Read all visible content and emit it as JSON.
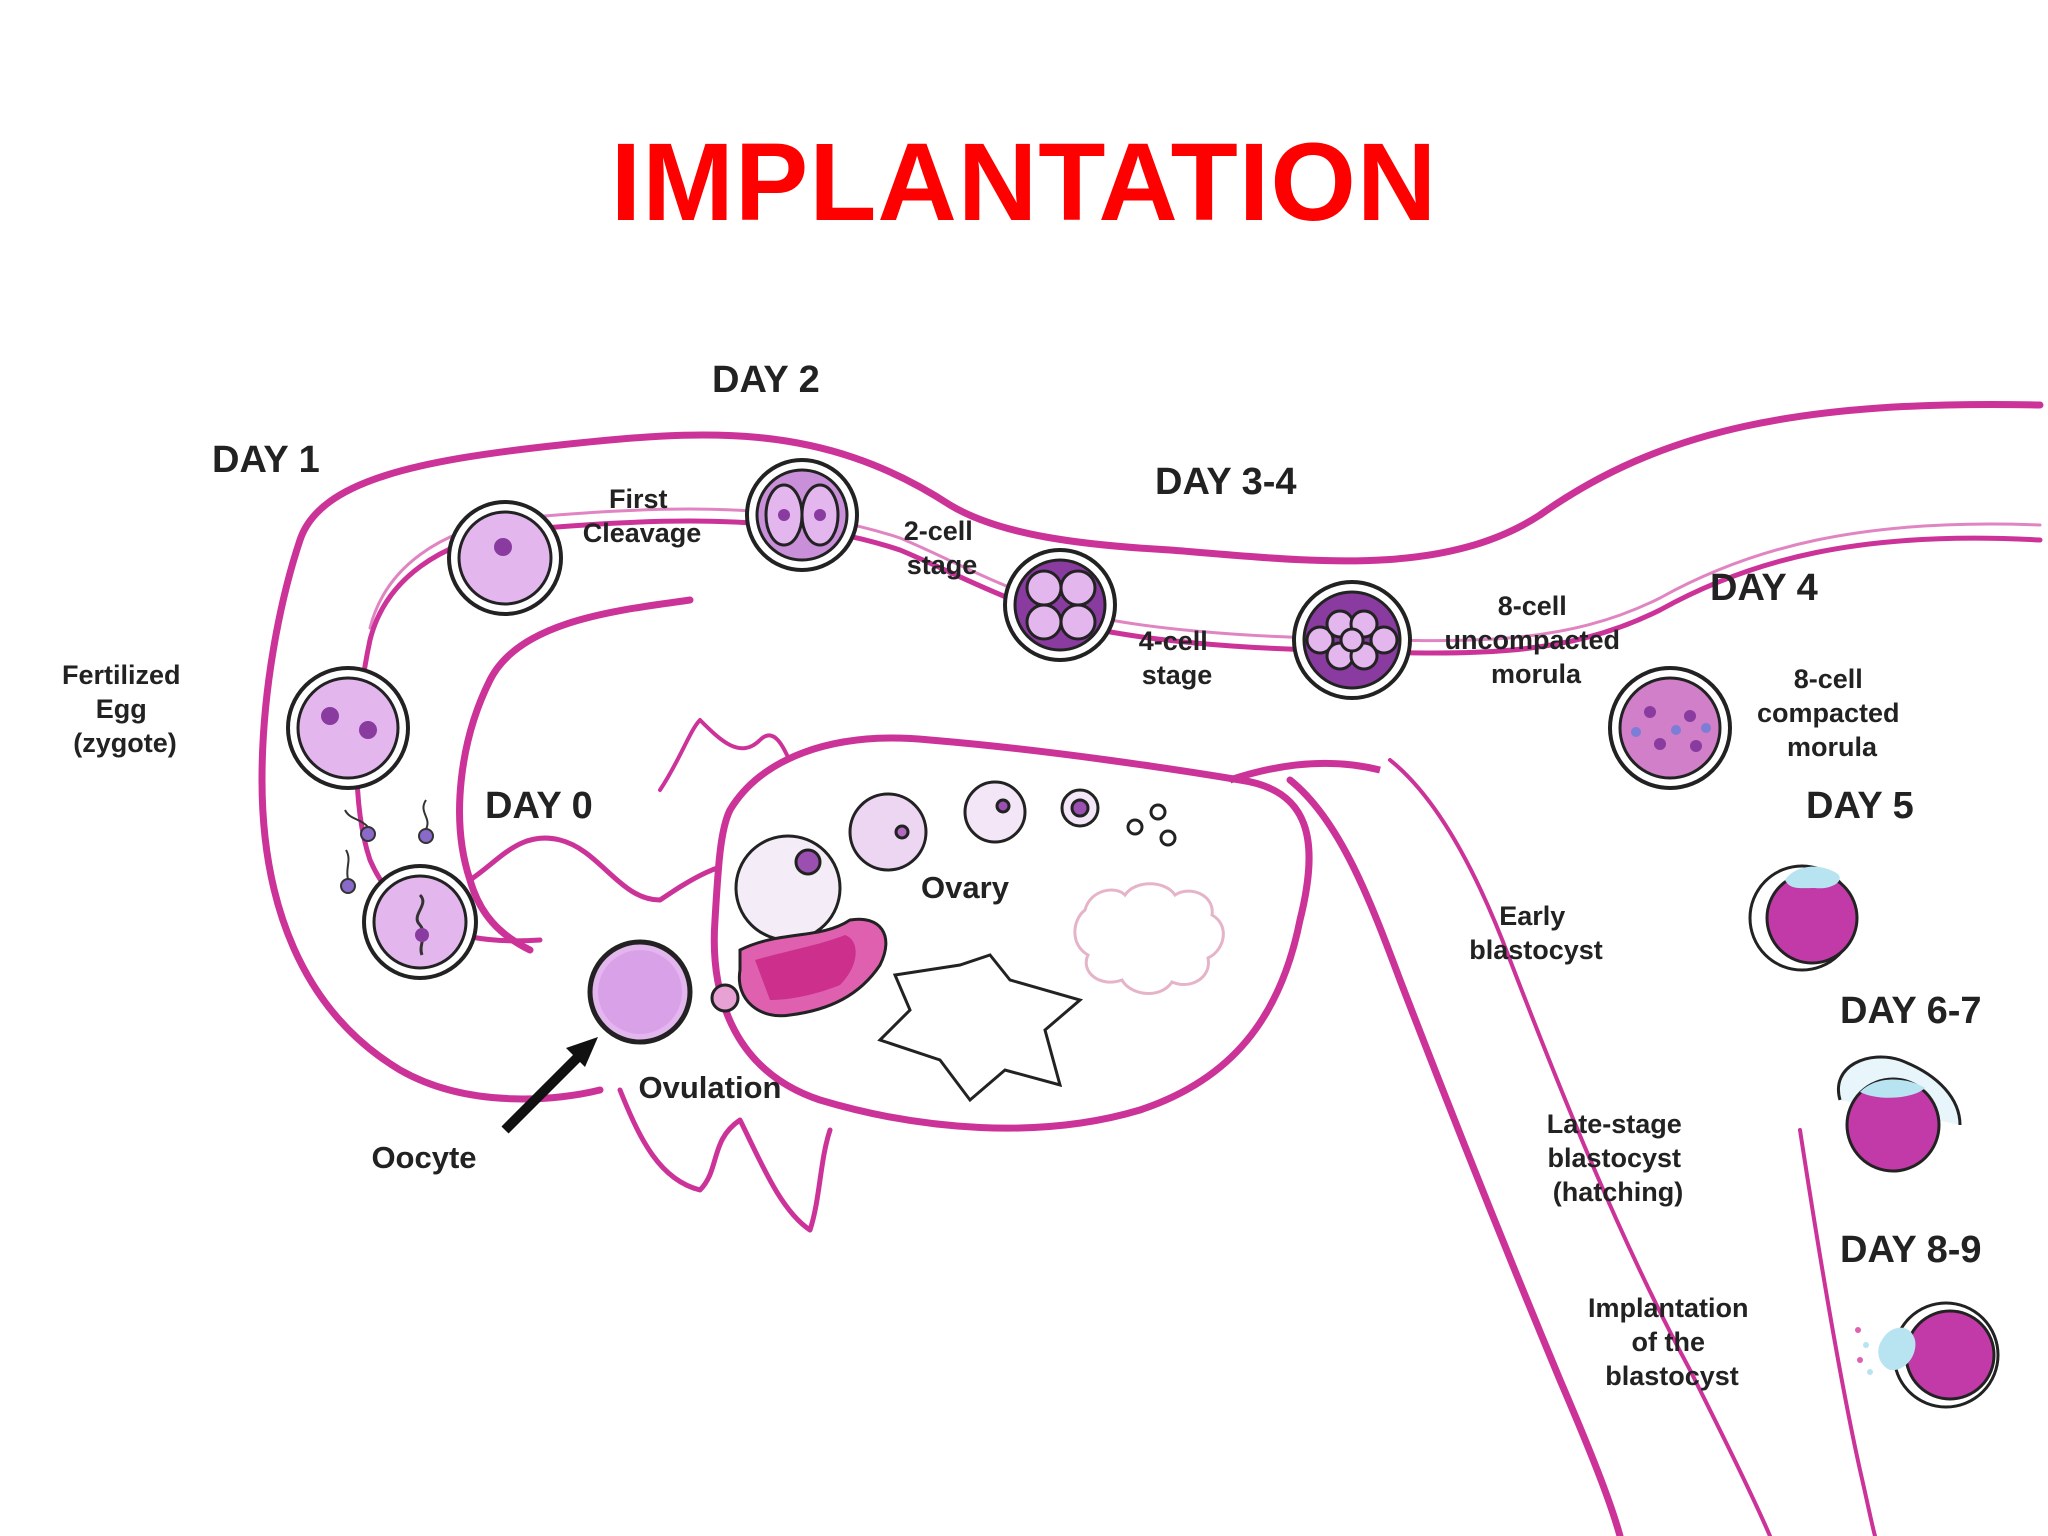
{
  "title": "IMPLANTATION",
  "colors": {
    "title": "#ff0000",
    "tube_outline": "#cc3399",
    "cell_fill": "#e3b6ee",
    "nucleus_fill": "#8a3ba0",
    "blastocyst_fill": "#c23aa8",
    "trophoblast_fill": "#b8e4f2"
  },
  "days": {
    "d0": "DAY 0",
    "d1": "DAY 1",
    "d2": "DAY 2",
    "d34": "DAY 3-4",
    "d4": "DAY 4",
    "d5": "DAY 5",
    "d67": "DAY 6-7",
    "d89": "DAY 8-9"
  },
  "stages": {
    "fertilized": [
      "Fertilized",
      "Egg",
      "(zygote)"
    ],
    "first_cleavage": [
      "First",
      "Cleavage"
    ],
    "two_cell": [
      "2-cell",
      "stage"
    ],
    "four_cell": [
      "4-cell",
      "stage"
    ],
    "eight_uncompacted": [
      "8-cell",
      "uncompacted",
      "morula"
    ],
    "eight_compacted": [
      "8-cell",
      "compacted",
      "morula"
    ],
    "early_blastocyst": [
      "Early",
      "blastocyst"
    ],
    "late_blastocyst": [
      "Late-stage",
      "blastocyst",
      "(hatching)"
    ],
    "implantation": [
      "Implantation",
      "of the",
      "blastocyst"
    ],
    "ovary": "Ovary",
    "ovulation": "Ovulation",
    "oocyte": "Oocyte"
  }
}
